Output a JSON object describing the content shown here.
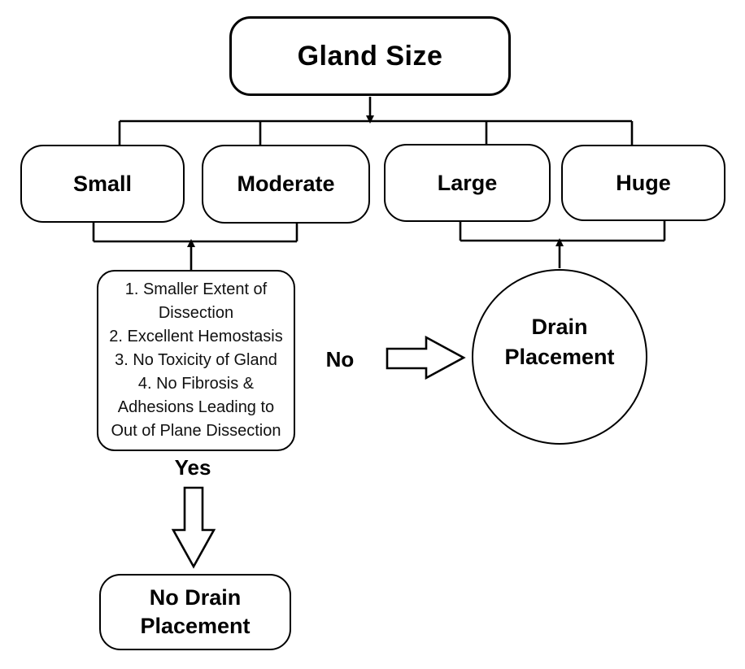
{
  "palette": {
    "background": "#ffffff",
    "line": "#000000",
    "text": "#000000",
    "node_fill": "#ffffff"
  },
  "flowchart": {
    "root": {
      "label": "Gland Size"
    },
    "branches": [
      {
        "label": "Small"
      },
      {
        "label": "Moderate"
      },
      {
        "label": "Large"
      },
      {
        "label": "Huge"
      }
    ],
    "criteria_box": {
      "lines": [
        "1. Smaller Extent of",
        "Dissection",
        "2. Excellent Hemostasis",
        "3. No Toxicity of Gland",
        "4.  No Fibrosis &",
        "Adhesions Leading to",
        "Out of Plane Dissection"
      ]
    },
    "edge_labels": {
      "yes": "Yes",
      "no": "No"
    },
    "outcomes": {
      "no_drain": {
        "label": "No Drain Placement"
      },
      "drain": {
        "label": "Drain Placement"
      }
    }
  }
}
